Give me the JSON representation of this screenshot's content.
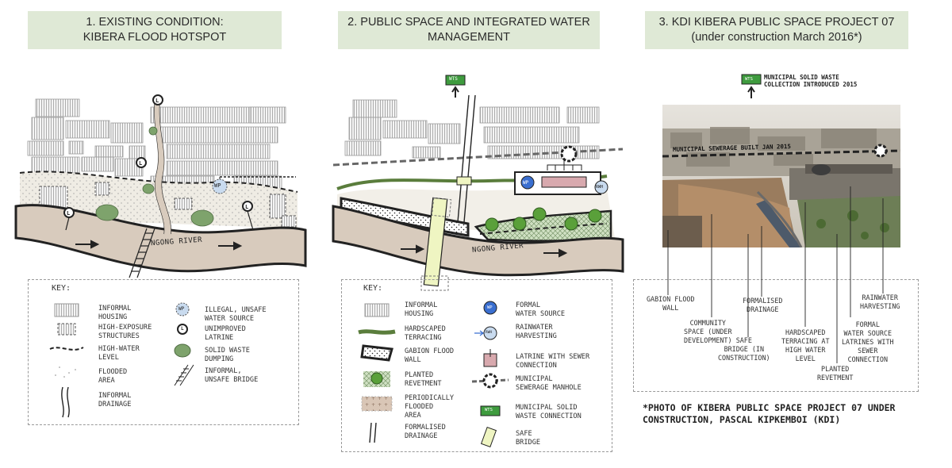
{
  "headers": [
    {
      "line1": "1. EXISTING CONDITION:",
      "line2": "KIBERA FLOOD HOTSPOT"
    },
    {
      "line1": "2. PUBLIC SPACE AND INTEGRATED WATER",
      "line2": "MANAGEMENT"
    },
    {
      "line1": "3. KDI KIBERA PUBLIC SPACE PROJECT 07",
      "line2": "(under construction March 2016*)"
    }
  ],
  "panel1": {
    "river_label": "NGONG RIVER",
    "key_title": "KEY:",
    "key": [
      "INFORMAL\nHOUSING",
      "HIGH-EXPOSURE\nSTRUCTURES",
      "HIGH-WATER\nLEVEL",
      "FLOODED\nAREA",
      "INFORMAL\nDRAINAGE",
      "ILLEGAL, UNSAFE\nWATER SOURCE",
      "UNIMPROVED\nLATRINE",
      "SOLID WASTE\nDUMPING",
      "INFORMAL,\nUNSAFE BRIDGE"
    ],
    "icon_wp": "WP",
    "icon_l": "L"
  },
  "panel2": {
    "river_label": "NGONG RIVER",
    "wts": "WTS",
    "key_title": "KEY:",
    "key": [
      "INFORMAL\nHOUSING",
      "HARDSCAPED\nTERRACING",
      "GABION FLOOD\nWALL",
      "PLANTED\nREVETMENT",
      "PERIODICALLY\nFLOODED\nAREA",
      "FORMALISED\nDRAINAGE",
      "FORMAL\nWATER SOURCE",
      "RAINWATER\nHARVESTING",
      "LATRINE WITH SEWER\nCONNECTION",
      "MUNICIPAL\nSEWERAGE MANHOLE",
      "MUNICIPAL SOLID\nWASTE CONNECTION",
      "SAFE\nBRIDGE"
    ],
    "icon_wp": "WP",
    "icon_rwh": "RWH"
  },
  "panel3": {
    "wts": "WTS",
    "wts_label": "MUNICIPAL SOLID WASTE\nCOLLECTION INTRODUCED 2015",
    "sewer_label": "MUNICIPAL SEWERAGE BUILT JAN 2015",
    "captions": [
      "GABION FLOOD\nWALL",
      "COMMUNITY\nSPACE (UNDER\nDEVELOPMENT)",
      "SAFE\nBRIDGE (IN\nCONSTRUCTION)",
      "FORMALISED\nDRAINAGE",
      "HARDSCAPED\nTERRACING AT\nHIGH WATER\nLEVEL",
      "PLANTED\nREVETMENT",
      "FORMAL\nWATER SOURCE\nLATRINES WITH\nSEWER\nCONNECTION",
      "RAINWATER\nHARVESTING"
    ],
    "note": "*PHOTO OF KIBERA PUBLIC SPACE PROJECT 07 UNDER CONSTRUCTION, PASCAL KIPKEMBOI (KDI)"
  }
}
